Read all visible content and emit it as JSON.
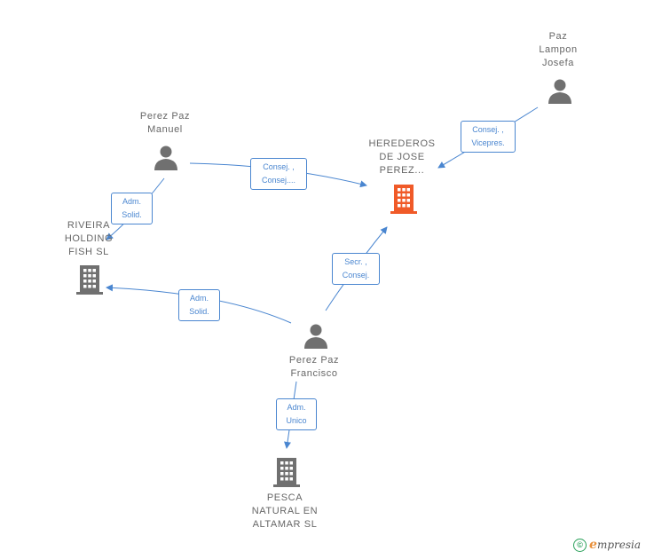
{
  "nodes": {
    "paz_lampon": {
      "label": "Paz\nLampon\nJosefa"
    },
    "perez_manuel": {
      "label": "Perez Paz\nManuel"
    },
    "herederos": {
      "label": "HEREDEROS\nDE JOSE\nPEREZ..."
    },
    "riveira": {
      "label": "RIVEIRA\nHOLDING\nFISH SL"
    },
    "perez_francisco": {
      "label": "Perez Paz\nFrancisco"
    },
    "pesca": {
      "label": "PESCA\nNATURAL EN\nALTAMAR SL"
    }
  },
  "edges": {
    "lampon_herederos": "Consej. ,\nVicepres.",
    "manuel_herederos": "Consej. ,\nConsej....",
    "manuel_riveira": "Adm.\nSolid.",
    "francisco_riveira": "Adm.\nSolid.",
    "francisco_herederos": "Secr. ,\nConsej.",
    "francisco_pesca": "Adm.\nUnico"
  },
  "colors": {
    "edge": "#4a86d0",
    "person": "#707070",
    "company": "#707070",
    "company_highlight": "#f05a28"
  },
  "footer": {
    "copyright_symbol": "©",
    "brand_initial": "e",
    "brand_rest": "mpresia"
  }
}
